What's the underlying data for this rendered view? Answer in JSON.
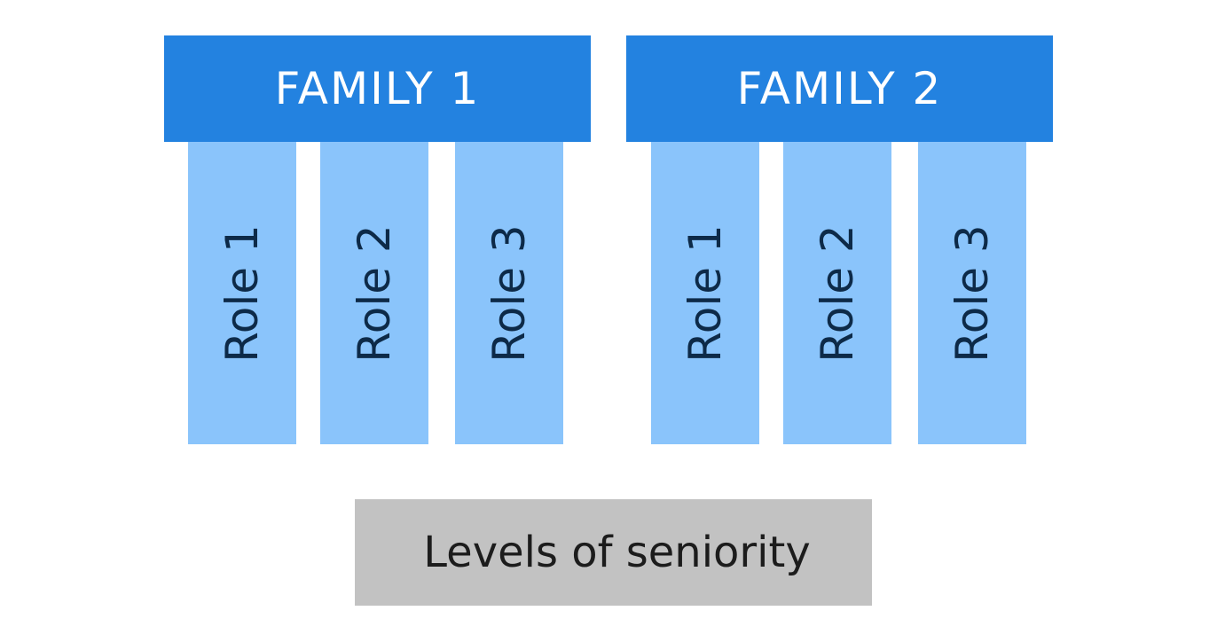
{
  "colors": {
    "family_header": "#2382e0",
    "role_column": "#8ac4fb",
    "role_text": "#0d2a48",
    "seniority_bar": "#c2c2c2",
    "seniority_text": "#1c1c1c"
  },
  "families": [
    {
      "title": "FAMILY 1",
      "roles": [
        "Role 1",
        "Role 2",
        "Role 3"
      ]
    },
    {
      "title": "FAMILY 2",
      "roles": [
        "Role 1",
        "Role 2",
        "Role 3"
      ]
    }
  ],
  "seniority": {
    "label": "Levels of seniority"
  }
}
